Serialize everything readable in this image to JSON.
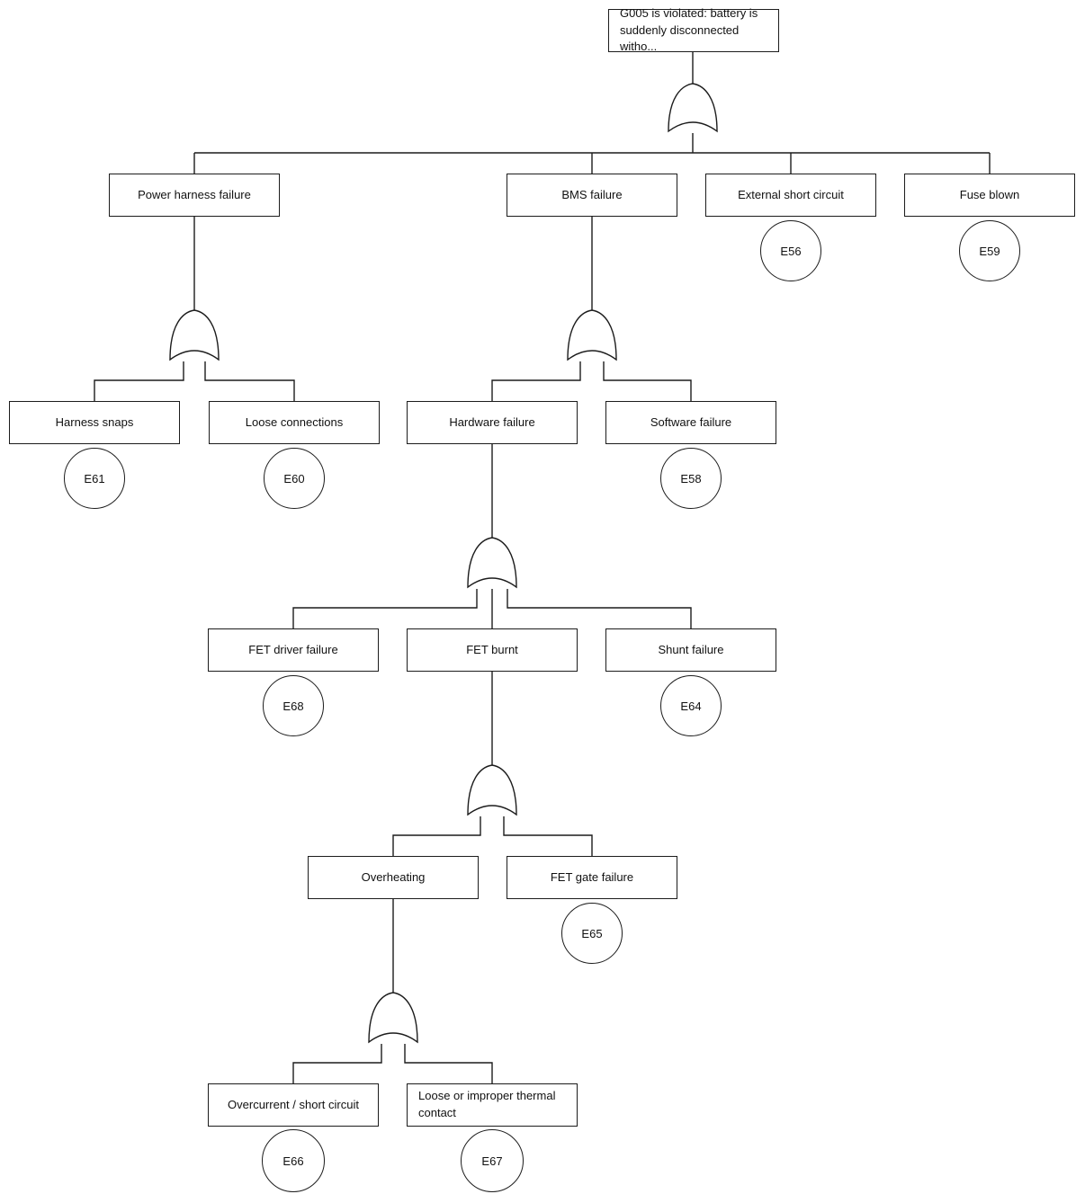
{
  "diagram_type": "fault-tree",
  "gate_type": "OR",
  "colors": {
    "line": "#1c1c1c",
    "node_fill": "#ffffff",
    "text": "#111111",
    "background": "#ffffff"
  },
  "nodes": {
    "top": {
      "label": "G005 is violated: battery is\nsuddenly disconnected witho...",
      "type": "top-event"
    },
    "power_harness": {
      "label": "Power harness failure",
      "type": "intermediate"
    },
    "bms": {
      "label": "BMS failure",
      "type": "intermediate"
    },
    "external_short": {
      "label": "External short circuit",
      "type": "basic",
      "event": "E56"
    },
    "fuse_blown": {
      "label": "Fuse blown",
      "type": "basic",
      "event": "E59"
    },
    "harness_snaps": {
      "label": "Harness snaps",
      "type": "basic",
      "event": "E61"
    },
    "loose_connections": {
      "label": "Loose connections",
      "type": "basic",
      "event": "E60"
    },
    "hardware": {
      "label": "Hardware failure",
      "type": "intermediate"
    },
    "software": {
      "label": "Software failure",
      "type": "basic",
      "event": "E58"
    },
    "fet_driver": {
      "label": "FET driver failure",
      "type": "basic",
      "event": "E68"
    },
    "fet_burnt": {
      "label": "FET burnt",
      "type": "intermediate"
    },
    "shunt": {
      "label": "Shunt failure",
      "type": "basic",
      "event": "E64"
    },
    "overheating": {
      "label": "Overheating",
      "type": "intermediate"
    },
    "fet_gate": {
      "label": "FET gate failure",
      "type": "basic",
      "event": "E65"
    },
    "overcurrent": {
      "label": "Overcurrent / short circuit",
      "type": "basic",
      "event": "E66"
    },
    "thermal_contact": {
      "label": "Loose or improper thermal contact",
      "type": "basic",
      "event": "E67"
    }
  },
  "hierarchy": {
    "top": [
      "power_harness",
      "bms",
      "external_short",
      "fuse_blown"
    ],
    "power_harness": [
      "harness_snaps",
      "loose_connections"
    ],
    "bms": [
      "hardware",
      "software"
    ],
    "hardware": [
      "fet_driver",
      "fet_burnt",
      "shunt"
    ],
    "fet_burnt": [
      "overheating",
      "fet_gate"
    ],
    "overheating": [
      "overcurrent",
      "thermal_contact"
    ]
  }
}
